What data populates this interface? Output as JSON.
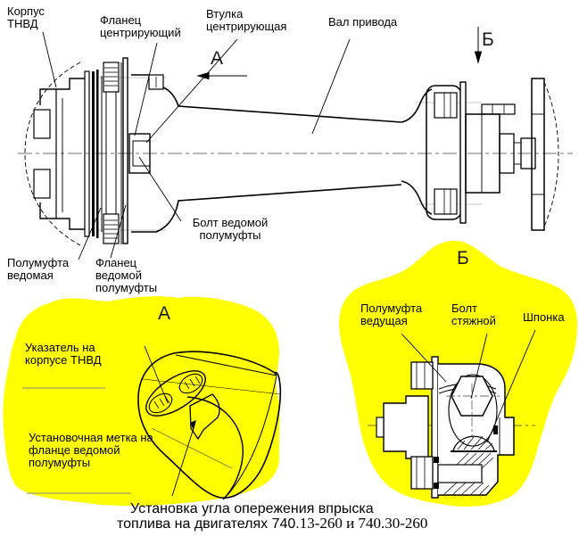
{
  "colors": {
    "highlight": "#ffff00",
    "ink": "#000000",
    "background": "#ffffff"
  },
  "views": {
    "a_mark": "А",
    "b_mark": "Б"
  },
  "main_view": {
    "labels": {
      "housing": "Корпус ТНВД",
      "centering_flange": "Фланец центрирующий",
      "centering_sleeve": "Втулка центрирующая",
      "drive_shaft": "Вал привода",
      "driven_coupling_bolt": "Болт ведомой полумуфты",
      "driven_coupling": "Полумуфта ведомая",
      "driven_coupling_flange": "Фланец ведомой полумуфты"
    }
  },
  "detail_a": {
    "labels": {
      "pointer": "Указатель на корпусе ТНВД",
      "setting_mark": "Установочная метка на фланце ведомой полумуфты"
    }
  },
  "detail_b": {
    "labels": {
      "driving_coupling": "Полумуфта ведущая",
      "tie_bolt": "Болт стяжной",
      "key": "Шпонка"
    }
  },
  "caption": {
    "line1": "Установка угла опережения впрыска",
    "line2_sans": "топлива на двигателях 740.",
    "line2_serif": "13-260 и 740.30-260"
  }
}
